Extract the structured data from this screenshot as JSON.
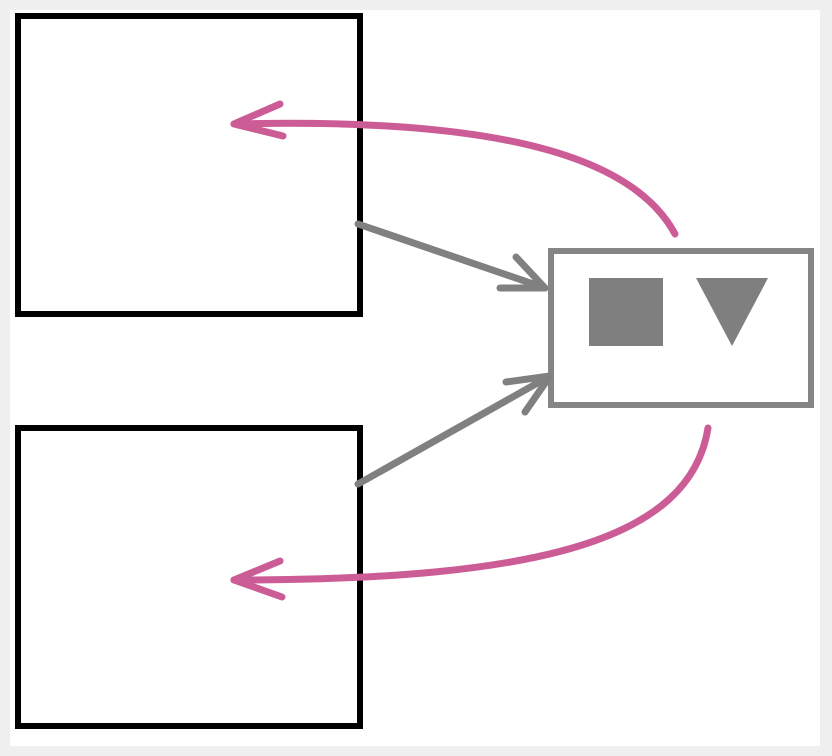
{
  "diagram": {
    "colors": {
      "frame_background": "#efefef",
      "canvas_background": "#ffffff",
      "box_border": "#000000",
      "hub_border": "#858585",
      "hub_symbol_fill": "#7f7f7f",
      "input_arrow": "#808080",
      "feedback_arrow": "#cc5c96"
    },
    "nodes": [
      {
        "id": "box-top",
        "role": "component-box",
        "label": ""
      },
      {
        "id": "box-bottom",
        "role": "component-box",
        "label": ""
      },
      {
        "id": "hub",
        "role": "hub-box",
        "label": "",
        "symbols": [
          "square",
          "down-triangle"
        ]
      }
    ],
    "edges": [
      {
        "from": "box-top",
        "to": "hub",
        "style": "straight",
        "color_key": "input_arrow"
      },
      {
        "from": "box-bottom",
        "to": "hub",
        "style": "straight",
        "color_key": "input_arrow"
      },
      {
        "from": "hub",
        "to": "box-top",
        "style": "curved",
        "color_key": "feedback_arrow"
      },
      {
        "from": "hub",
        "to": "box-bottom",
        "style": "curved",
        "color_key": "feedback_arrow"
      }
    ]
  }
}
